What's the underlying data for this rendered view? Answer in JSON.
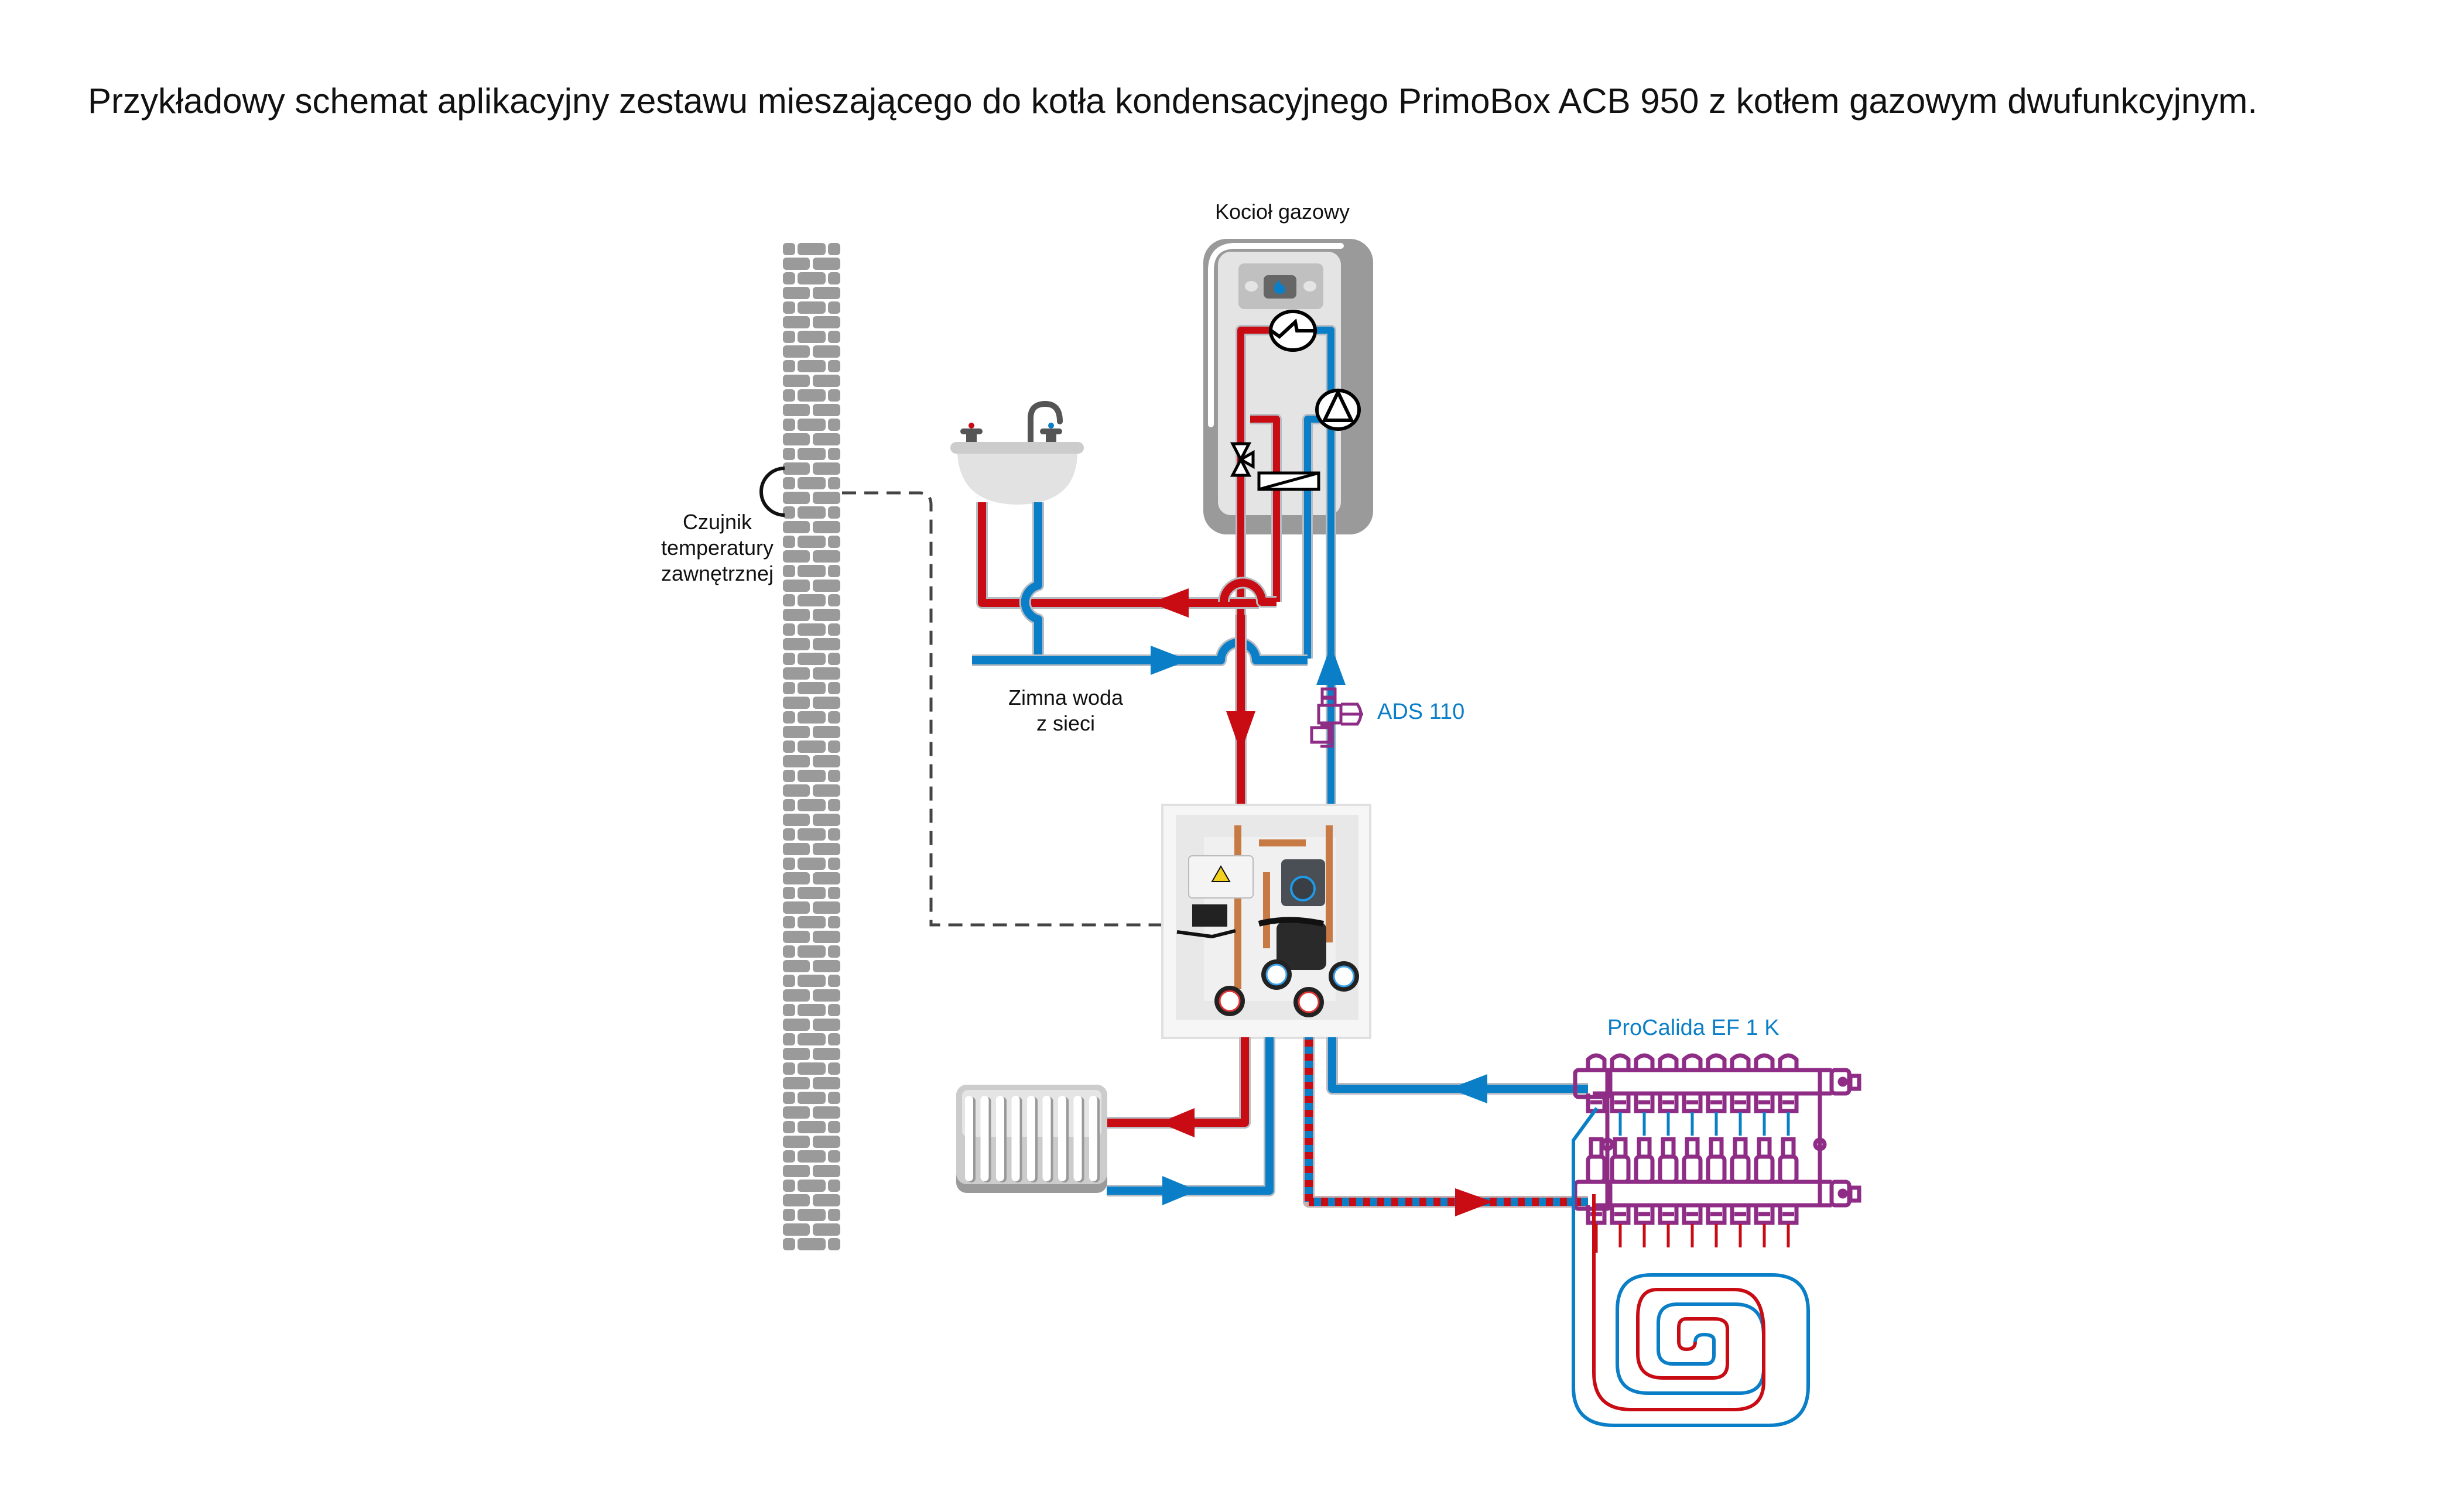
{
  "title": "Przykładowy schemat aplikacyjny zestawu mieszającego do kotła kondensacyjnego PrimoBox ACB 950 z kotłem gazowym dwufunkcyjnym.",
  "labels": {
    "boiler": "Kocioł gazowy",
    "sensor_line1": "Czujnik",
    "sensor_line2": "temperatury",
    "sensor_line3": "zawnętrznej",
    "cold_water_line1": "Zimna woda",
    "cold_water_line2": "z sieci",
    "ads": "ADS 110",
    "manifold": "ProCalida EF 1 K"
  },
  "colors": {
    "hot": "#c90c14",
    "cold": "#0a7fc8",
    "pipe_outline": "#b7bcc2",
    "wall": "#9a9a9a",
    "boiler_body": "#9a9a9a",
    "boiler_inner": "#e4e4e4",
    "accessory": "#8e2c86",
    "dashed_line": "#444444"
  },
  "components": [
    {
      "name": "outdoor-wall"
    },
    {
      "name": "outdoor-temperature-sensor"
    },
    {
      "name": "gas-boiler"
    },
    {
      "name": "washbasin"
    },
    {
      "name": "mixing-station-primobox"
    },
    {
      "name": "radiator"
    },
    {
      "name": "ads-110-dirt-separator"
    },
    {
      "name": "manifold-procalida"
    },
    {
      "name": "underfloor-heating-loop"
    }
  ]
}
